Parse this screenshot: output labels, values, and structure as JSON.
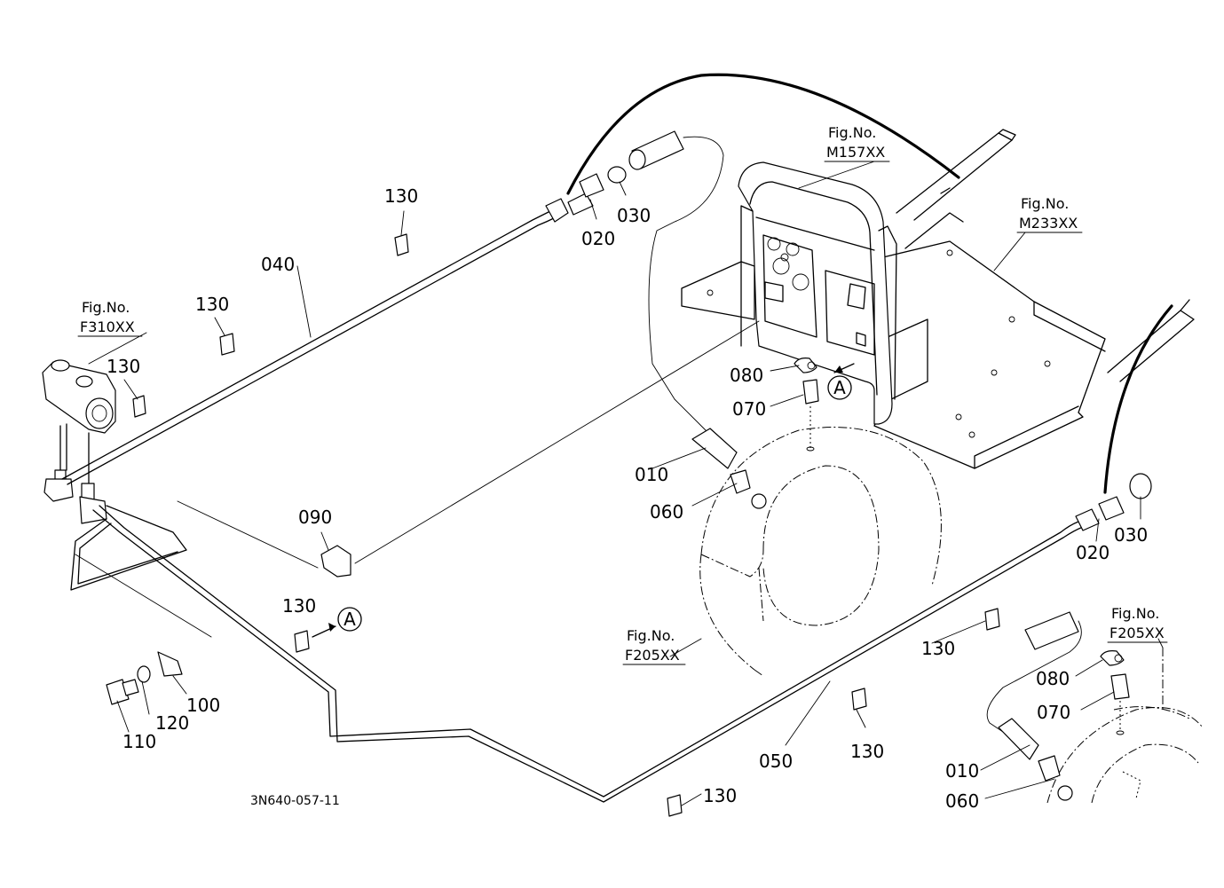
{
  "diagram_code": "3N640-057-11",
  "circle_marker": "A",
  "fig_refs": {
    "f310": {
      "line1": "Fig.No.",
      "line2": "F310XX"
    },
    "m157": {
      "line1": "Fig.No.",
      "line2": "M157XX"
    },
    "m233": {
      "line1": "Fig.No.",
      "line2": "M233XX"
    },
    "f205a": {
      "line1": "Fig.No.",
      "line2": "F205XX"
    },
    "f205b": {
      "line1": "Fig.No.",
      "line2": "F205XX"
    }
  },
  "parts": {
    "p010": "010",
    "p020": "020",
    "p030": "030",
    "p040": "040",
    "p050": "050",
    "p060": "060",
    "p070": "070",
    "p080": "080",
    "p090": "090",
    "p100": "100",
    "p110": "110",
    "p120": "120",
    "p130": "130"
  }
}
